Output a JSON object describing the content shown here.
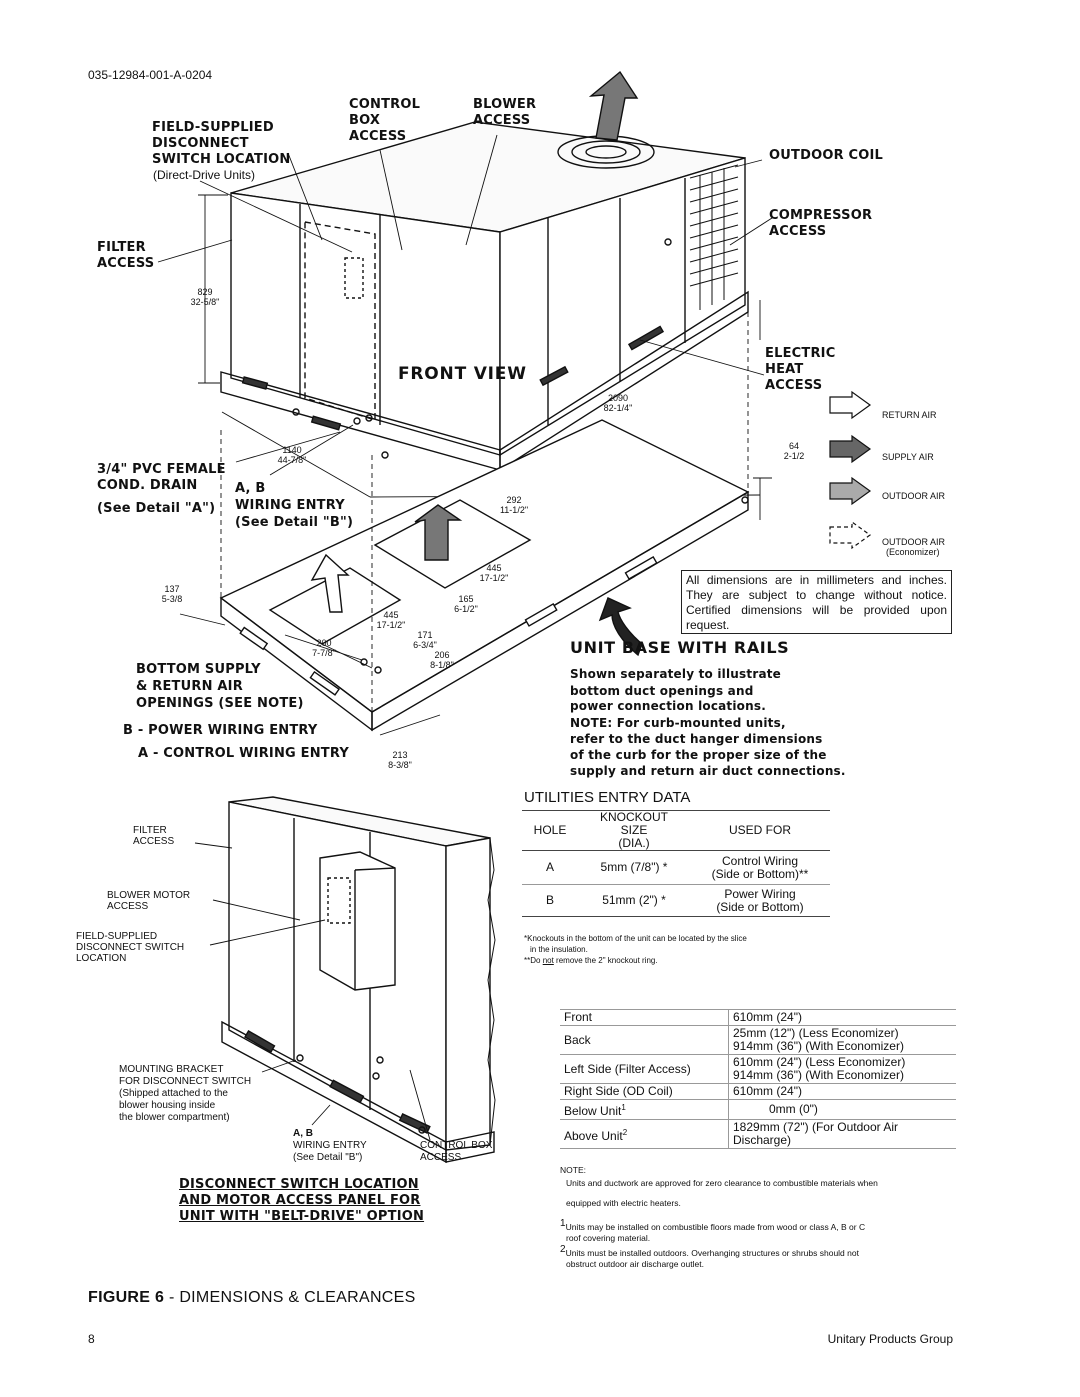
{
  "header": {
    "doc_id": "035-12984-001-A-0204"
  },
  "front_view": {
    "title": "FRONT VIEW",
    "callouts": {
      "field_disconnect": "FIELD-SUPPLIED DISCONNECT SWITCH LOCATION",
      "direct_drive": "(Direct-Drive Units)",
      "control_box": "CONTROL BOX ACCESS",
      "blower": "BLOWER ACCESS",
      "outdoor_coil": "OUTDOOR COIL",
      "filter": "FILTER ACCESS",
      "compressor": "COMPRESSOR ACCESS",
      "electric_heat": "ELECTRIC HEAT ACCESS",
      "pvc_drain": "3/4\" PVC FEMALE COND. DRAIN",
      "see_a": "(See Detail \"A\")",
      "ab": "A, B",
      "wiring_entry": "WIRING ENTRY",
      "see_b": "(See Detail \"B\")"
    },
    "dims": {
      "d829": "829",
      "d829in": "32-5/8\"",
      "d2090": "2090",
      "d2090in": "82-1/4\"",
      "d1140": "1140",
      "d1140in": "44-7/8\"",
      "d64": "64",
      "d64in": "2-1/2"
    }
  },
  "legend": {
    "return_air": "RETURN AIR",
    "supply_air": "SUPPLY AIR",
    "outdoor_air": "OUTDOOR AIR",
    "outdoor_air_econ": "OUTDOOR AIR",
    "economizer": "(Economizer)"
  },
  "notice": "All dimensions are in millimeters and inches. They are subject to change without notice. Certified dimensions will be provided upon request.",
  "base": {
    "title": "UNIT BASE WITH RAILS",
    "subtitle_1": "Shown separately to illustrate",
    "subtitle_2": "bottom duct openings and",
    "subtitle_3": "power connection locations.",
    "note_1": "NOTE: For curb-mounted units,",
    "note_2": "refer to the duct hanger dimensions",
    "note_3": "of the curb for the proper size of the",
    "note_4": "supply and return air duct connections.",
    "bottom_supply": "BOTTOM SUPPLY",
    "return_openings": "& RETURN AIR",
    "openings_note": "OPENINGS (SEE NOTE)",
    "power_entry": "B - POWER WIRING ENTRY",
    "control_entry": "A - CONTROL WIRING ENTRY",
    "dims": {
      "d292": "292",
      "d292in": "11-1/2\"",
      "d445a": "445",
      "d445ain": "17-1/2\"",
      "d137": "137",
      "d137in": "5-3/8",
      "d165": "165",
      "d165in": "6-1/2\"",
      "d445b": "445",
      "d445bin": "17-1/2\"",
      "d171": "171",
      "d171in": "6-3/4\"",
      "d200": "200",
      "d200in": "7-7/8\"",
      "d206": "206",
      "d206in": "8-1/8\"",
      "d213": "213",
      "d213in": "8-3/8\""
    }
  },
  "belt_drive": {
    "filter": "FILTER ACCESS",
    "blower_motor": "BLOWER MOTOR ACCESS",
    "disconnect": "FIELD-SUPPLIED DISCONNECT SWITCH LOCATION",
    "mount_1": "MOUNTING BRACKET",
    "mount_2": "FOR DISCONNECT SWITCH",
    "mount_3": "(Shipped attached to the",
    "mount_4": "blower housing inside",
    "mount_5": "the blower compartment)",
    "ab": "A, B",
    "wiring_entry": "WIRING ENTRY",
    "see_b": "(See Detail \"B\")",
    "control_box": "CONTROL BOX",
    "control_access": "ACCESS",
    "title_1": "DISCONNECT SWITCH LOCATION",
    "title_2": "AND MOTOR ACCESS PANEL FOR",
    "title_3": "UNIT WITH \"BELT-DRIVE\" OPTION"
  },
  "utilities": {
    "title": "UTILITIES ENTRY DATA",
    "headers": {
      "hole": "HOLE",
      "knockout": "KNOCKOUT",
      "size": "SIZE",
      "dia": "(DIA.)",
      "used_for": "USED FOR"
    },
    "rows": [
      {
        "hole": "A",
        "size": "5mm (7/8\") *",
        "used_1": "Control Wiring",
        "used_2": "(Side or Bottom)**"
      },
      {
        "hole": "B",
        "size": "51mm (2\") *",
        "used_1": "Power Wiring",
        "used_2": "(Side or Bottom)"
      }
    ],
    "foot_1": "*Knockouts in the bottom of the unit can be located by the slice",
    "foot_1b": "in the insulation.",
    "foot_2a": "**Do ",
    "foot_2b": "not",
    "foot_2c": " remove the 2\" knockout ring."
  },
  "clearances": {
    "rows": [
      {
        "loc": "Front",
        "val1": "610mm (24\")",
        "val2": ""
      },
      {
        "loc": "Back",
        "val1": "25mm (12\") (Less Economizer)",
        "val2": "914mm (36\") (With Economizer)"
      },
      {
        "loc": "Left Side (Filter Access)",
        "val1": "610mm (24\") (Less Economizer)",
        "val2": "914mm (36\") (With Economizer)"
      },
      {
        "loc": "Right Side (OD Coil)",
        "val1": "610mm (24\")",
        "val2": ""
      },
      {
        "loc": "Below Unit",
        "sup": "1",
        "val1": "0mm (0\")",
        "val2": ""
      },
      {
        "loc": "Above Unit",
        "sup": "2",
        "val1": "1829mm (72\") (For Outdoor Air",
        "val2": "Discharge)"
      }
    ],
    "note_label": "NOTE:",
    "note_1": "Units and ductwork are approved for zero clearance to combustible materials when",
    "note_1b": "equipped with electric heaters.",
    "note_2": "Units may be installed on combustible floors made from wood or class A, B or C",
    "note_2b": "roof covering material.",
    "note_3": "Units must be installed outdoors. Overhanging structures or shrubs should not",
    "note_3b": "obstruct outdoor air discharge outlet.",
    "sup1": "1",
    "sup2": "2"
  },
  "figure": {
    "label": "FIGURE 6",
    "title": " - DIMENSIONS & CLEARANCES"
  },
  "footer": {
    "page": "8",
    "publisher": "Unitary Products Group"
  }
}
